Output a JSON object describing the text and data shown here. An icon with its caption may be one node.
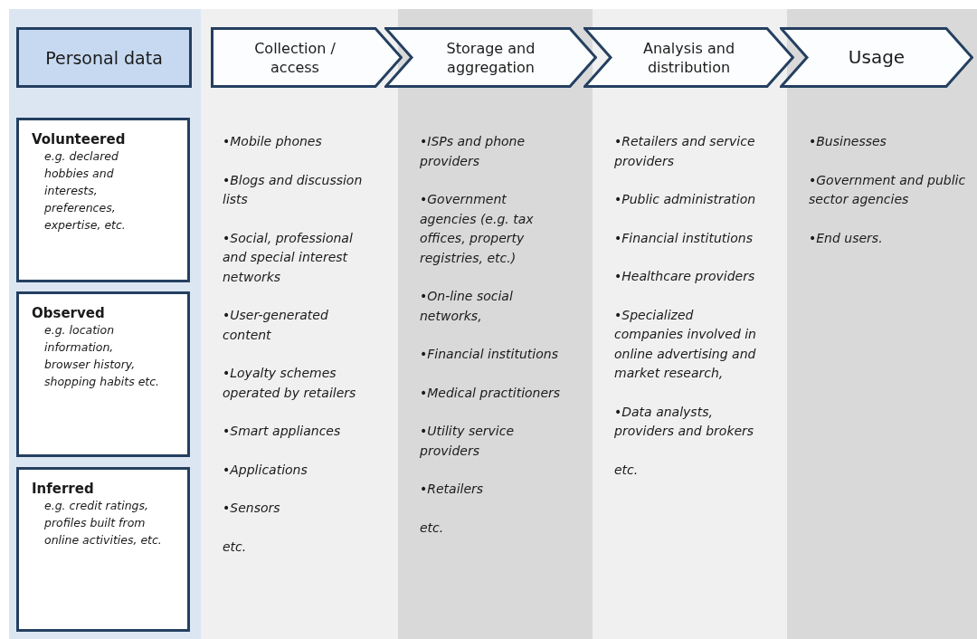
{
  "diagram": {
    "nodes": [
      {
        "text": [
          "Personal data"
        ]
      },
      {
        "text": [
          "Volunteered",
          "e.g. declared hobbies and interests, preferences, expertise, etc."
        ]
      },
      {
        "text": [
          "Observed",
          "e.g. location information, browser history, shopping habits etc."
        ]
      },
      {
        "text": [
          "Inferred",
          "e.g. credit ratings, profiles built from online activities, etc."
        ]
      },
      {
        "text": [
          "Collection / access"
        ]
      },
      {
        "text": [
          "Storage and aggregation"
        ]
      },
      {
        "text": [
          "Analysis and distribution"
        ]
      },
      {
        "text": [
          "Usage"
        ]
      },
      {
        "text": [
          "•Mobile phones",
          "•Blogs and discussion lists",
          "•Social, professional and special interest networks",
          "•User-generated content",
          "•Loyalty schemes operated by retailers",
          "•Smart appliances",
          "•Applications",
          "•Sensors",
          "etc."
        ]
      },
      {
        "text": [
          "•ISPs and phone providers",
          "•Government agencies (e.g. tax offices, property registries, etc.)",
          "•On-line social networks,",
          "•Financial institutions",
          "•Medical practitioners",
          "•Utility service providers",
          "•Retailers",
          "etc."
        ]
      },
      {
        "text": [
          "•Retailers and service providers",
          "•Public administration",
          "•Financial institutions",
          "•Healthcare providers",
          "•Specialized companies involved in online advertising and market research,",
          "•Data analysts, providers and brokers",
          "etc."
        ]
      },
      {
        "text": [
          "•Businesses",
          "•Government and public sector agencies",
          "•End users."
        ]
      }
    ]
  }
}
